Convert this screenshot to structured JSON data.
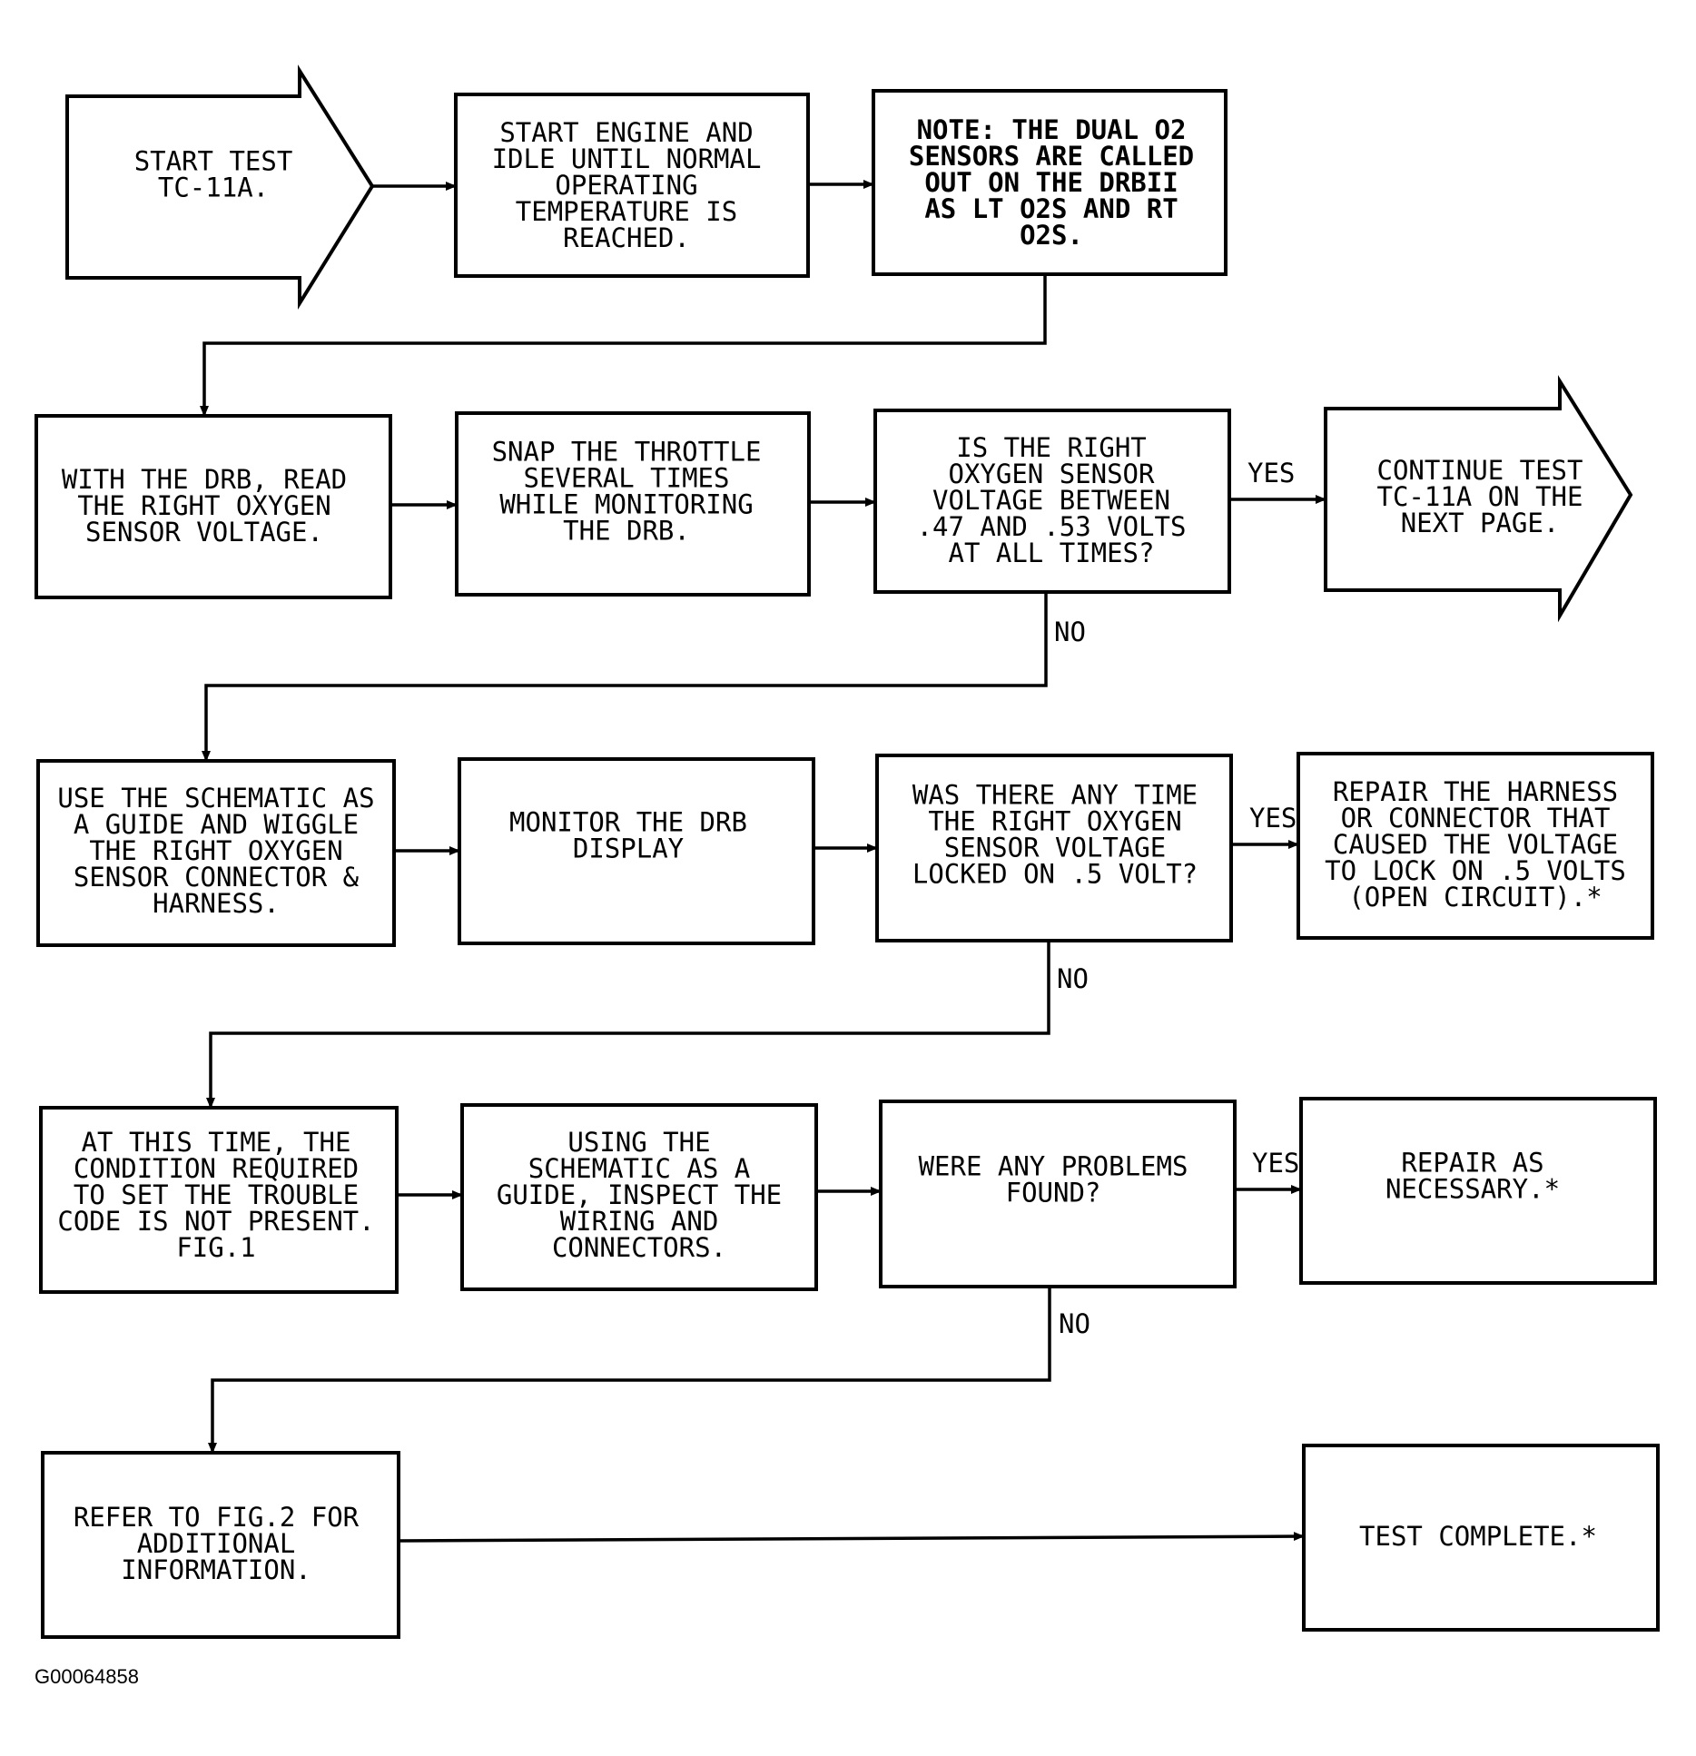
{
  "nodes": {
    "start": {
      "lines": [
        "START TEST",
        "TC-11A."
      ]
    },
    "engine": {
      "lines": [
        "START ENGINE AND",
        "IDLE UNTIL NORMAL",
        "OPERATING",
        "TEMPERATURE IS",
        "REACHED."
      ]
    },
    "note": {
      "lines": [
        "NOTE: THE DUAL O2",
        "SENSORS ARE CALLED",
        "OUT ON THE DRBII",
        "AS LT O2S AND RT",
        "O2S."
      ]
    },
    "read": {
      "lines": [
        "WITH THE DRB, READ",
        "THE RIGHT OXYGEN",
        "SENSOR VOLTAGE."
      ]
    },
    "snap": {
      "lines": [
        "SNAP THE THROTTLE",
        "SEVERAL TIMES",
        "WHILE MONITORING",
        "THE DRB."
      ]
    },
    "q1": {
      "lines": [
        "IS THE RIGHT",
        "OXYGEN SENSOR",
        "VOLTAGE BETWEEN",
        ".47 AND .53 VOLTS",
        "AT ALL TIMES?"
      ]
    },
    "continue": {
      "lines": [
        "CONTINUE TEST",
        "TC-11A ON THE",
        "NEXT PAGE."
      ]
    },
    "wiggle": {
      "lines": [
        "USE THE SCHEMATIC AS",
        "A GUIDE AND WIGGLE",
        "THE RIGHT OXYGEN",
        "SENSOR CONNECTOR &",
        "HARNESS."
      ]
    },
    "monitor": {
      "lines": [
        "MONITOR THE DRB",
        "DISPLAY"
      ]
    },
    "q2": {
      "lines": [
        "WAS THERE ANY TIME",
        "THE RIGHT OXYGEN",
        "SENSOR VOLTAGE",
        "LOCKED ON .5 VOLT?"
      ]
    },
    "repair1": {
      "lines": [
        "REPAIR THE HARNESS",
        "OR CONNECTOR THAT",
        "CAUSED THE VOLTAGE",
        "TO LOCK ON .5 VOLTS",
        "(OPEN CIRCUIT).*"
      ]
    },
    "condition": {
      "lines": [
        "AT THIS TIME, THE",
        "CONDITION REQUIRED",
        "TO SET THE TROUBLE",
        "CODE IS NOT PRESENT.",
        "FIG.1"
      ]
    },
    "inspect": {
      "lines": [
        "USING THE",
        "SCHEMATIC AS A",
        "GUIDE, INSPECT THE",
        "WIRING AND",
        "CONNECTORS."
      ]
    },
    "q3": {
      "lines": [
        "WERE ANY PROBLEMS",
        "FOUND?"
      ]
    },
    "repair2": {
      "lines": [
        "REPAIR AS",
        "NECESSARY.*"
      ]
    },
    "refer": {
      "lines": [
        "REFER TO FIG.2 FOR",
        "ADDITIONAL",
        "INFORMATION."
      ]
    },
    "complete": {
      "lines": [
        "TEST COMPLETE.*"
      ]
    }
  },
  "labels": {
    "yes": "YES",
    "no": "NO"
  },
  "figure_code": "G00064858"
}
